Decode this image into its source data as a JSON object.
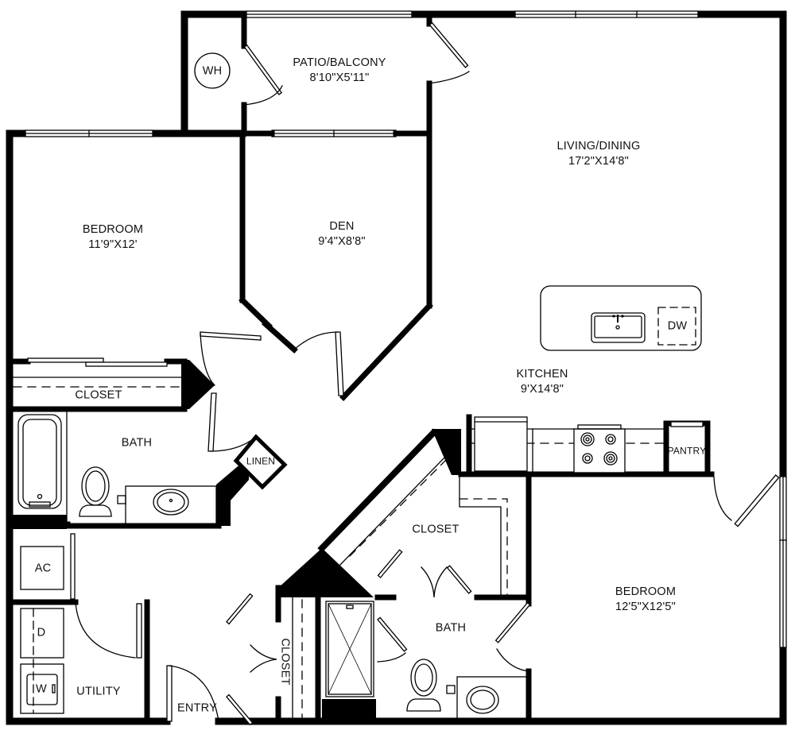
{
  "floorplan": {
    "colors": {
      "wall": "#000000",
      "background": "#ffffff",
      "line": "#111111"
    },
    "rooms": {
      "patio": {
        "name": "PATIO/BALCONY",
        "dims": "8'10\"X5'11\""
      },
      "living": {
        "name": "LIVING/DINING",
        "dims": "17'2\"X14'8\""
      },
      "bedroom1": {
        "name": "BEDROOM",
        "dims": "11'9\"X12'"
      },
      "den": {
        "name": "DEN",
        "dims": "9'4\"X8'8\""
      },
      "kitchen": {
        "name": "KITCHEN",
        "dims": "9'X14'8\""
      },
      "bedroom2": {
        "name": "BEDROOM",
        "dims": "12'5\"X12'5\""
      },
      "closet1": {
        "name": "CLOSET"
      },
      "bath1": {
        "name": "BATH"
      },
      "linen": {
        "name": "LINEN"
      },
      "closet2": {
        "name": "CLOSET"
      },
      "bath2": {
        "name": "BATH"
      },
      "closet3": {
        "name": "CLOSET"
      },
      "utility": {
        "name": "UTILITY"
      },
      "entry": {
        "name": "ENTRY"
      },
      "pantry": {
        "name": "PANTRY"
      }
    },
    "fixtures": {
      "water_heater": "WH",
      "dishwasher": "DW",
      "ac": "AC",
      "dryer": "D",
      "washer": "W"
    }
  }
}
